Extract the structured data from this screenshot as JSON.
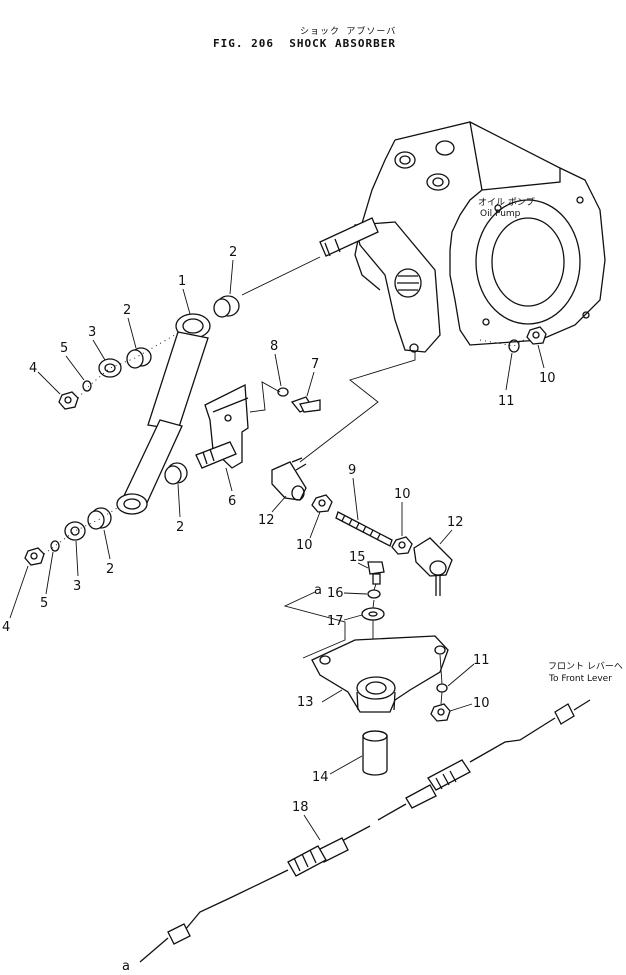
{
  "header": {
    "title_jp": "ショック アブソーバ",
    "fig_label": "FIG. 206",
    "title_en": "SHOCK ABSORBER"
  },
  "annotations": {
    "oil_pump_jp": "オイル ポンプ",
    "oil_pump_en": "Oil Pump",
    "front_lever_jp": "フロント レバーへ",
    "front_lever_en": "To Front Lever",
    "ref_a_top": "a",
    "ref_a_bottom": "a"
  },
  "callouts": [
    "1",
    "2",
    "2",
    "3",
    "4",
    "5",
    "8",
    "7",
    "6",
    "2",
    "12",
    "9",
    "10",
    "10",
    "12",
    "15",
    "16",
    "17",
    "11",
    "10",
    "13",
    "14",
    "18",
    "2",
    "3",
    "5",
    "4",
    "11",
    "10"
  ],
  "colors": {
    "line": "#111111",
    "paper": "#ffffff"
  }
}
